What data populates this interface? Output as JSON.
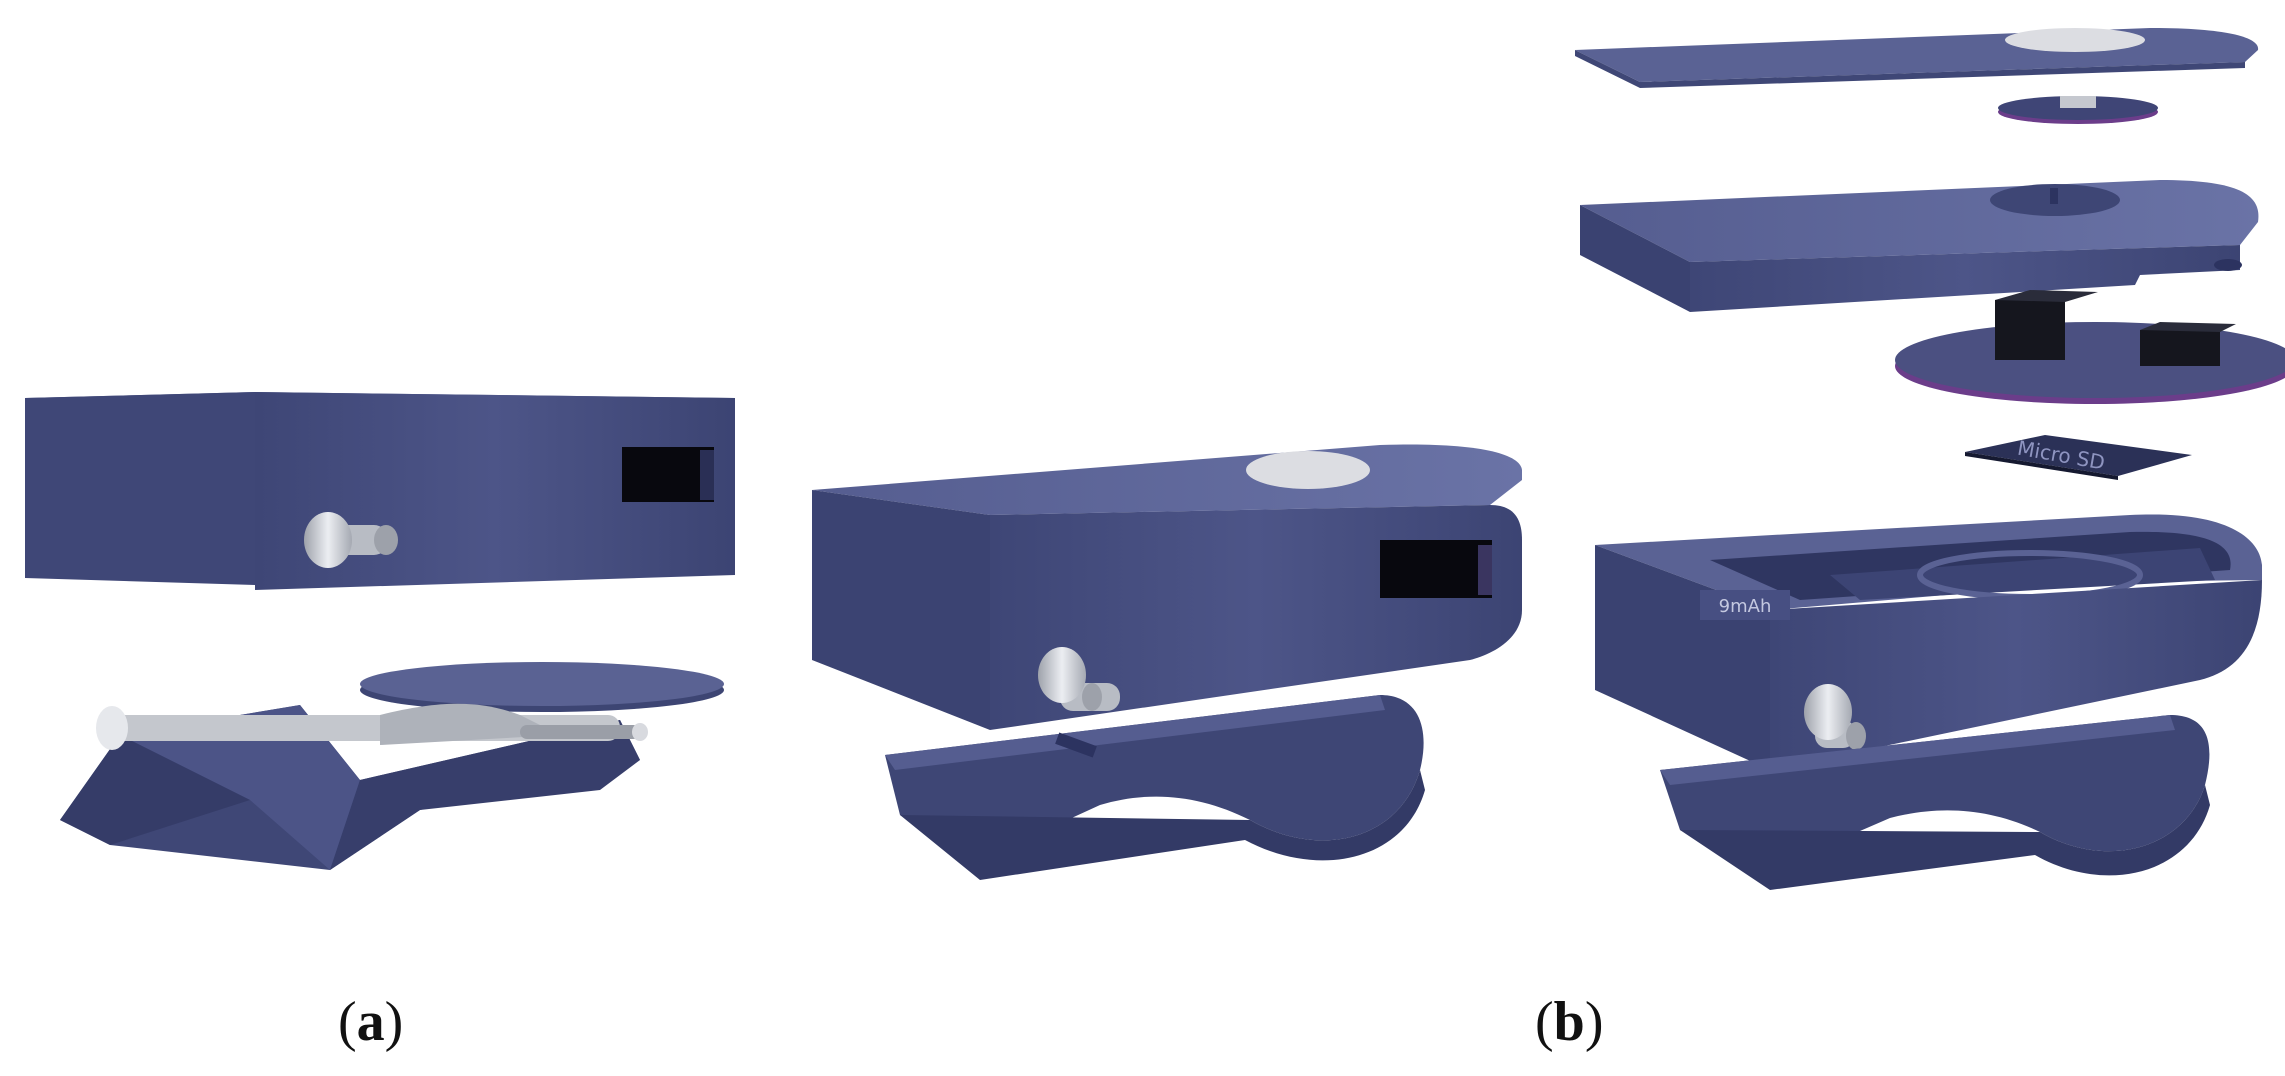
{
  "colors": {
    "body_top": "#5b6394",
    "body_front": "#454d80",
    "body_side": "#3a4270",
    "body_dark": "#2e3560",
    "highlight": "#6d76a8",
    "lid_disc": "#dcdde2",
    "metal": "#c9ccd2",
    "metal_dark": "#8e929c",
    "slot": "#0b0b12",
    "pcb": "#4a4f7f",
    "pcb_edge": "#6b3d8a",
    "chip": "#15161e"
  },
  "captions": {
    "a": {
      "open": "(",
      "letter": "a",
      "close": ")"
    },
    "b": {
      "open": "(",
      "letter": "b",
      "close": ")"
    }
  },
  "labels": {
    "battery": "9mAh",
    "board": "Micro SD"
  }
}
